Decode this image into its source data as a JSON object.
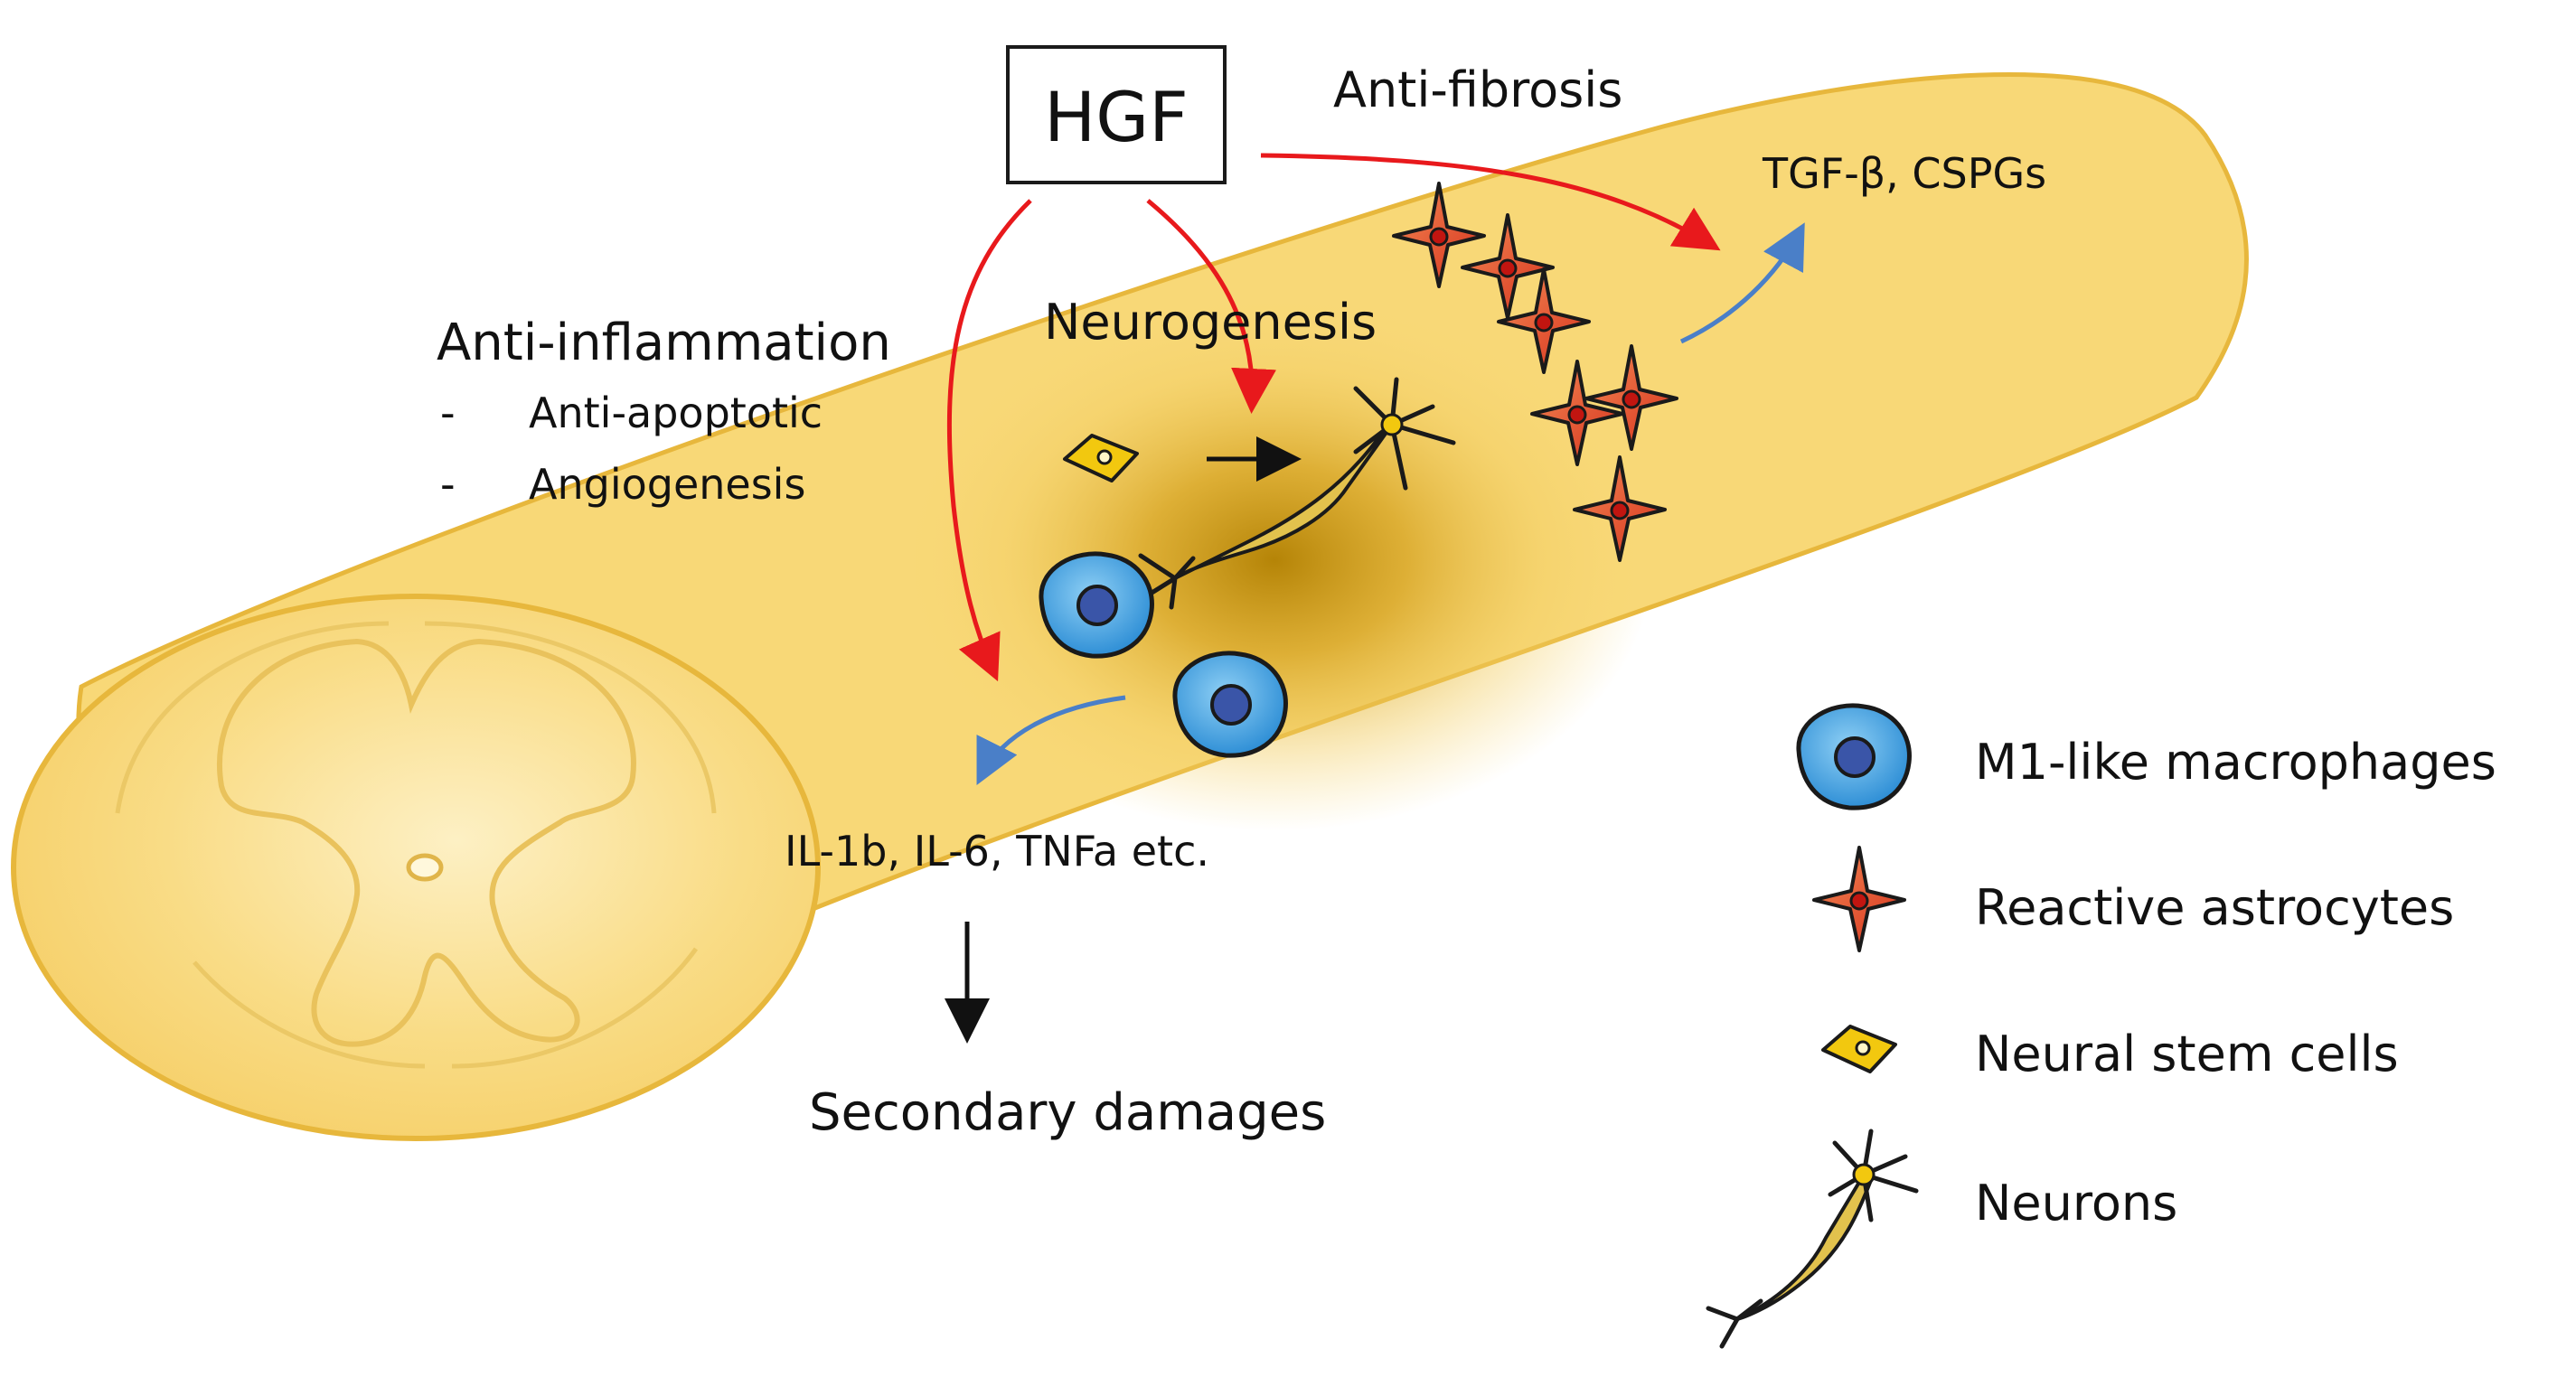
{
  "hgf_label": "HGF",
  "effects": {
    "anti_fibrosis": "Anti-fibrosis",
    "anti_inflammation": "Anti-inflammation",
    "neurogenesis": "Neurogenesis",
    "sub_items": [
      {
        "bullet": "-",
        "label": "Anti-apoptotic"
      },
      {
        "bullet": "-",
        "label": "Angiogenesis"
      }
    ]
  },
  "molecules": {
    "fibrosis": "TGF-β, CSPGs",
    "cytokines": "IL-1b, IL-6, TNFa etc.",
    "outcome": "Secondary damages"
  },
  "legend": [
    {
      "icon": "macrophage-icon",
      "label": "M1-like macrophages"
    },
    {
      "icon": "astrocyte-icon",
      "label": "Reactive astrocytes"
    },
    {
      "icon": "neural-stem-cell-icon",
      "label": "Neural stem cells"
    },
    {
      "icon": "neuron-icon",
      "label": "Neurons"
    }
  ],
  "colors": {
    "spinal_cord": "#f8d877",
    "spinal_cord_outline": "#e7b73c",
    "lesion_core": "#b58407",
    "inhibit_arrow": "#e8191c",
    "promote_arrow": "#4a7fc8",
    "macrophage": "#3d9be0",
    "astrocyte": "#e24b2b",
    "stem_cell": "#f2c80f"
  }
}
